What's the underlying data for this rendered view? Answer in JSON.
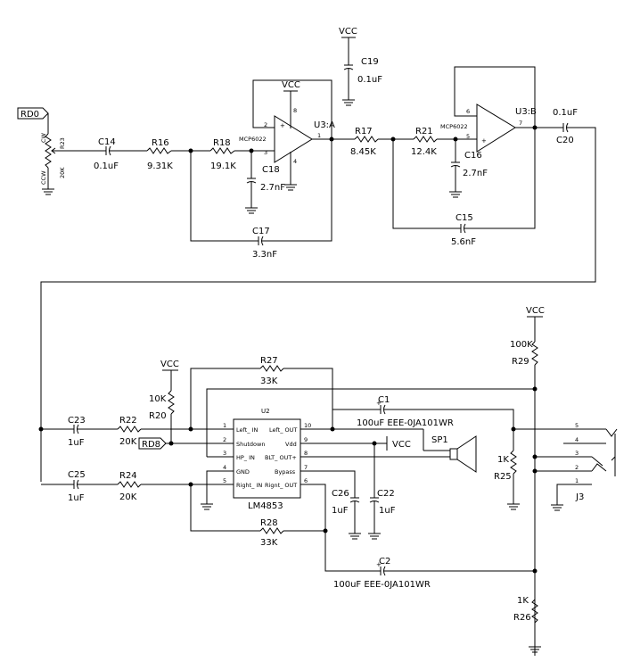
{
  "components": {
    "vcc": "VCC",
    "c19": {
      "ref": "C19",
      "val": "0.1uF"
    },
    "c14": {
      "ref": "C14",
      "val": "0.1uF"
    },
    "r16": {
      "ref": "R16",
      "val": "9.31K"
    },
    "r18": {
      "ref": "R18",
      "val": "19.1K"
    },
    "r23": {
      "ref": "R23",
      "val": "20K",
      "cw": "CW",
      "ccw": "CCW"
    },
    "rd0": "RD0",
    "u3a": {
      "ref": "U3:A",
      "part": "MCP6022",
      "pin2": "2",
      "pin3": "3",
      "pin8": "8",
      "pin4": "4",
      "pin1": "1"
    },
    "c18": {
      "ref": "C18",
      "val": "2.7nF"
    },
    "c17": {
      "ref": "C17",
      "val": "3.3nF"
    },
    "r17": {
      "ref": "R17",
      "val": "8.45K"
    },
    "r21": {
      "ref": "R21",
      "val": "12.4K"
    },
    "u3b": {
      "ref": "U3:B",
      "part": "MCP6022",
      "pin6": "6",
      "pin5": "5",
      "pin7": "7"
    },
    "c16": {
      "ref": "C16",
      "val": "2.7nF"
    },
    "c15": {
      "ref": "C15",
      "val": "5.6nF"
    },
    "c20": {
      "ref": "C20",
      "val": "0.1uF"
    },
    "r29": {
      "ref": "R29",
      "val": "100K"
    },
    "r27": {
      "ref": "R27",
      "val": "33K"
    },
    "r20": {
      "ref": "R20",
      "val": "10K"
    },
    "c1": {
      "ref": "C1",
      "val": "100uF EEE-0JA101WR"
    },
    "c23": {
      "ref": "C23",
      "val": "1uF"
    },
    "r22": {
      "ref": "R22",
      "val": "20K"
    },
    "rd8": "RD8",
    "u2": {
      "ref": "U2",
      "part": "LM4853",
      "pins_left": [
        {
          "num": "1",
          "name": "Left_ IN"
        },
        {
          "num": "2",
          "name": "Shutdown"
        },
        {
          "num": "3",
          "name": "HP_ IN"
        },
        {
          "num": "4",
          "name": "GND"
        },
        {
          "num": "5",
          "name": "Right_ IN"
        }
      ],
      "pins_right": [
        {
          "num": "10",
          "name": "Left_ OUT"
        },
        {
          "num": "9",
          "name": "Vdd"
        },
        {
          "num": "8",
          "name": "BLT_ OUT+"
        },
        {
          "num": "7",
          "name": "Bypass"
        },
        {
          "num": "6",
          "name": "Rignt_ OUT"
        }
      ]
    },
    "vcc2": "VCC",
    "sp1": "SP1",
    "r25": {
      "ref": "R25",
      "val": "1K"
    },
    "c25": {
      "ref": "C25",
      "val": "1uF"
    },
    "r24": {
      "ref": "R24",
      "val": "20K"
    },
    "c26": {
      "ref": "C26",
      "val": "1uF"
    },
    "c22": {
      "ref": "C22",
      "val": "1uF"
    },
    "r28": {
      "ref": "R28",
      "val": "33K"
    },
    "c2": {
      "ref": "C2",
      "val": "100uF EEE-0JA101WR"
    },
    "r26": {
      "ref": "R26",
      "val": "1K"
    },
    "j3": {
      "ref": "J3",
      "pins": [
        "5",
        "4",
        "3",
        "2",
        "1"
      ]
    },
    "plus": "+"
  }
}
